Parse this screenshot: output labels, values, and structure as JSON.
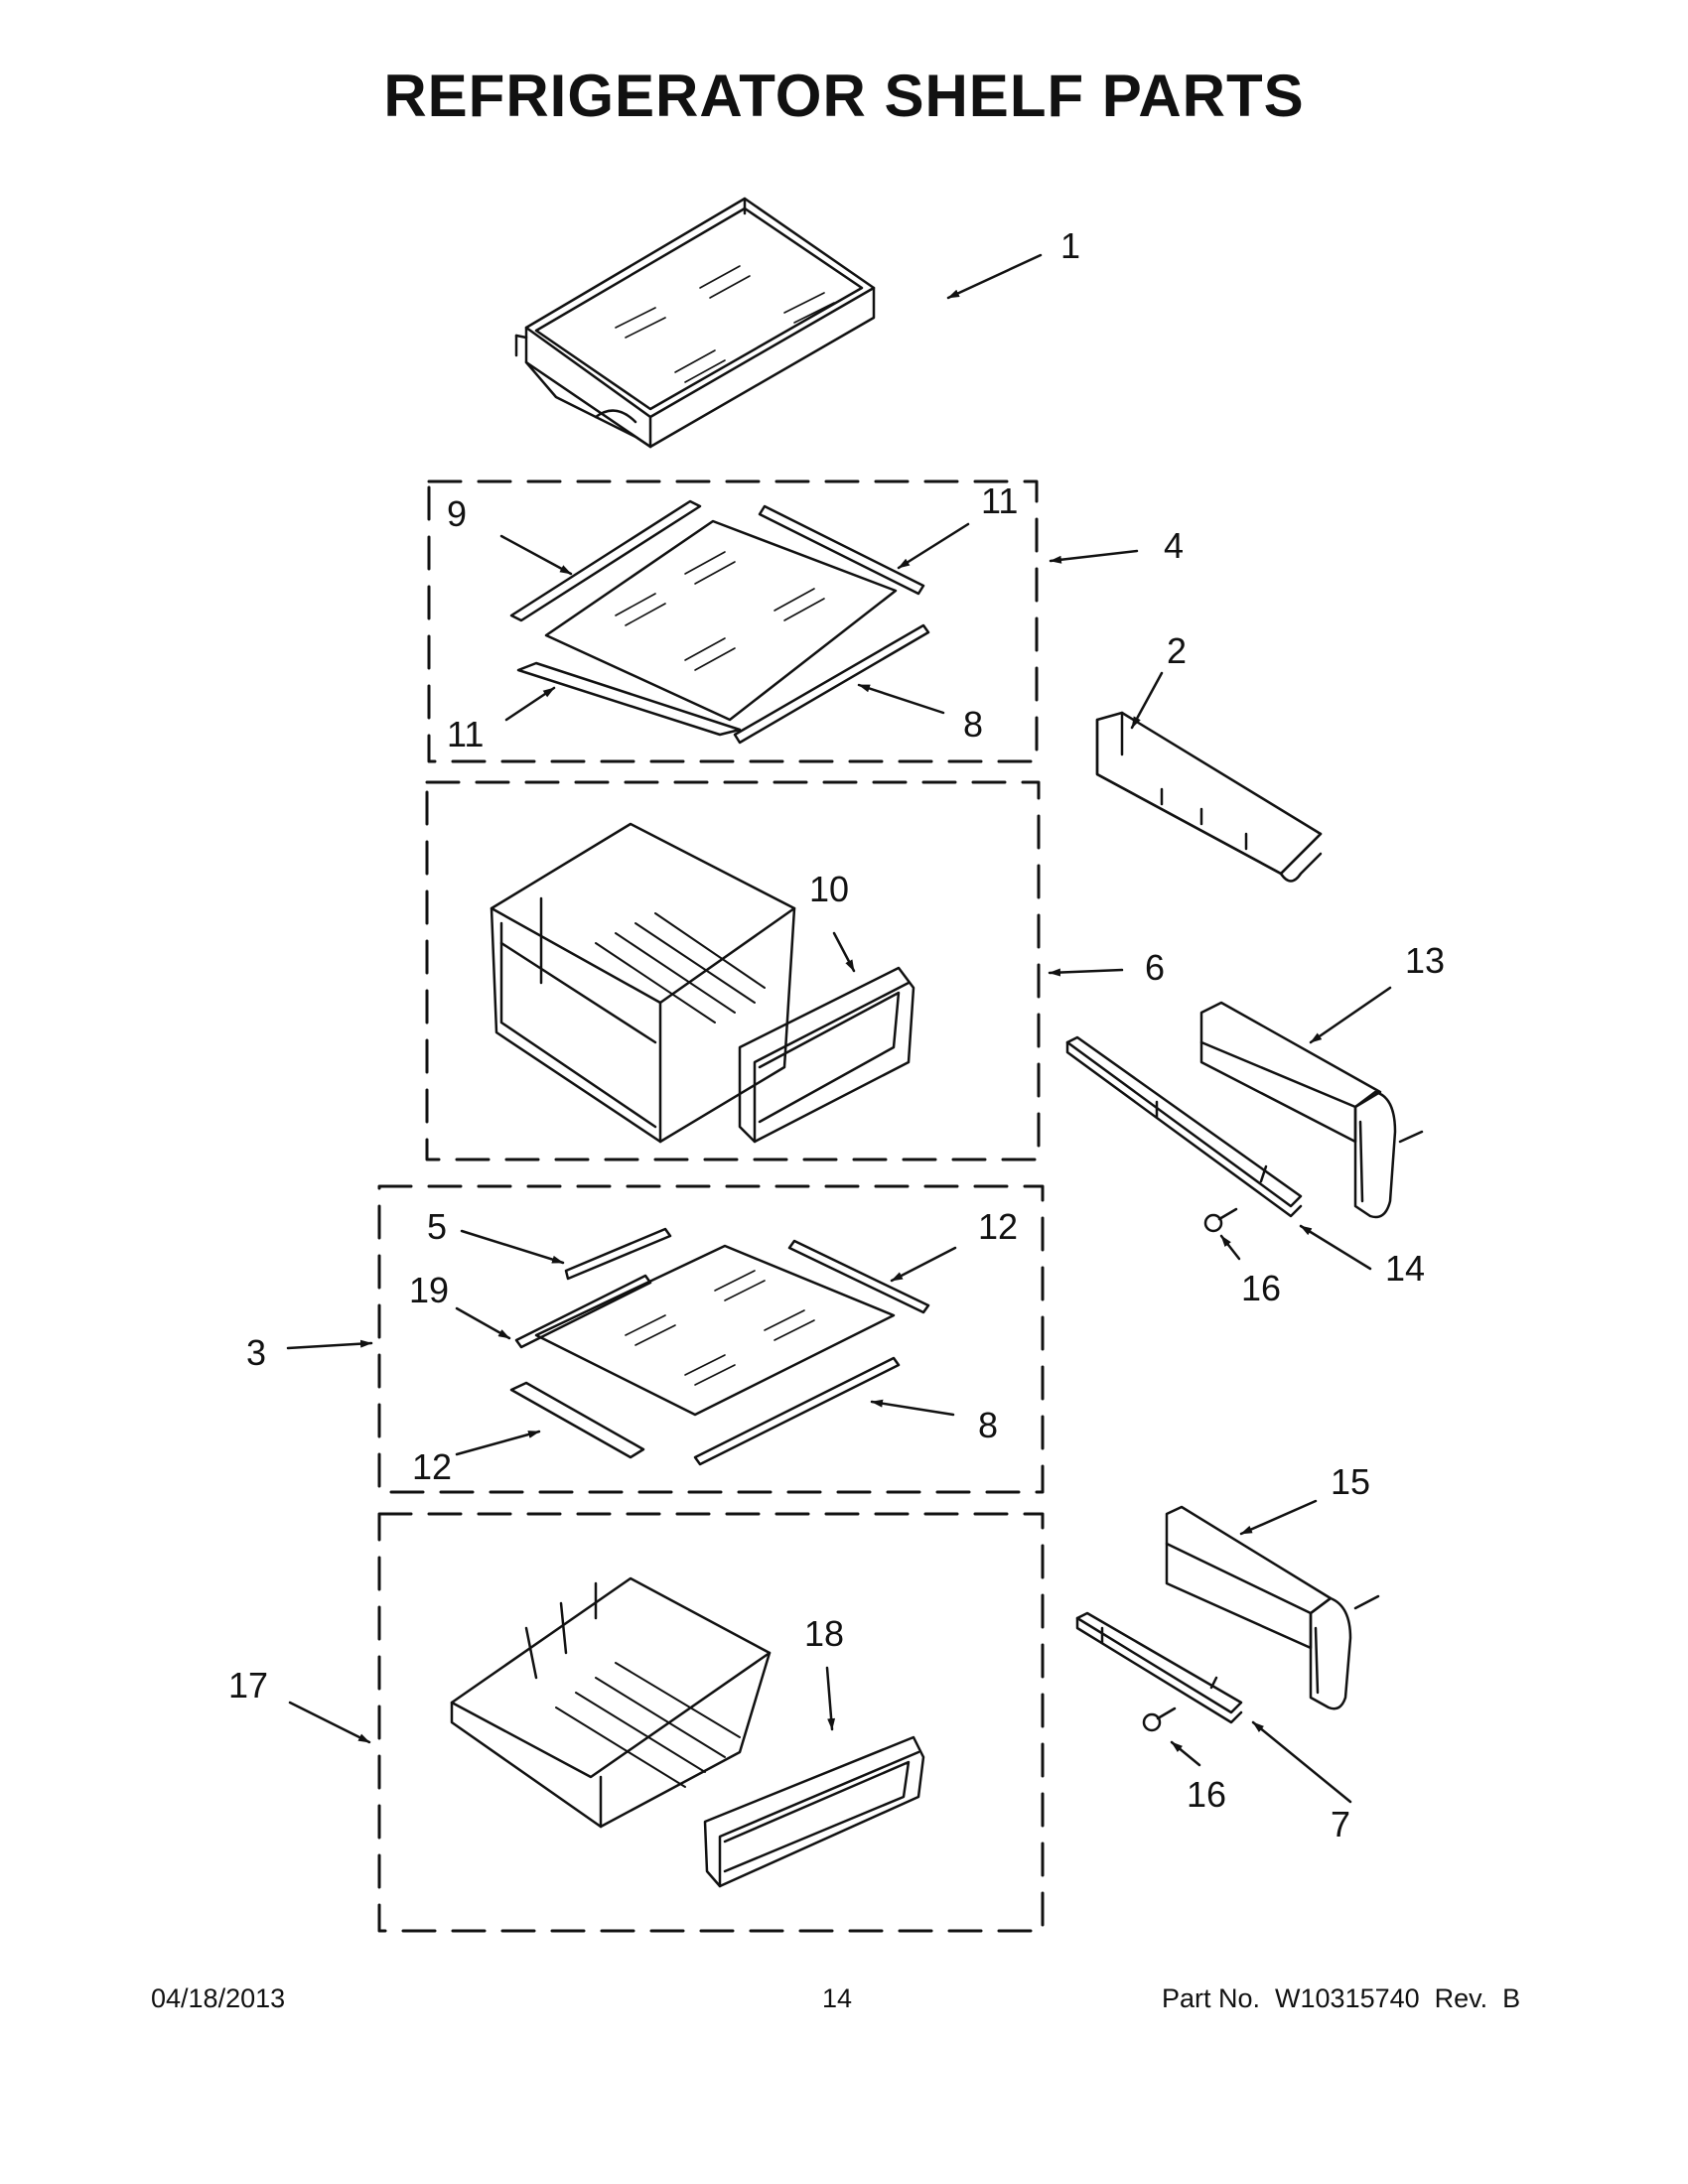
{
  "title": "REFRIGERATOR SHELF PARTS",
  "callouts": [
    "1",
    "2",
    "3",
    "4",
    "5",
    "6",
    "7",
    "8",
    "8",
    "9",
    "10",
    "11",
    "11",
    "12",
    "12",
    "13",
    "14",
    "15",
    "16",
    "16",
    "17",
    "18",
    "19"
  ],
  "footer": {
    "date": "04/18/2013",
    "page": "14",
    "part_number": "Part No.  W10315740  Rev.  B"
  }
}
